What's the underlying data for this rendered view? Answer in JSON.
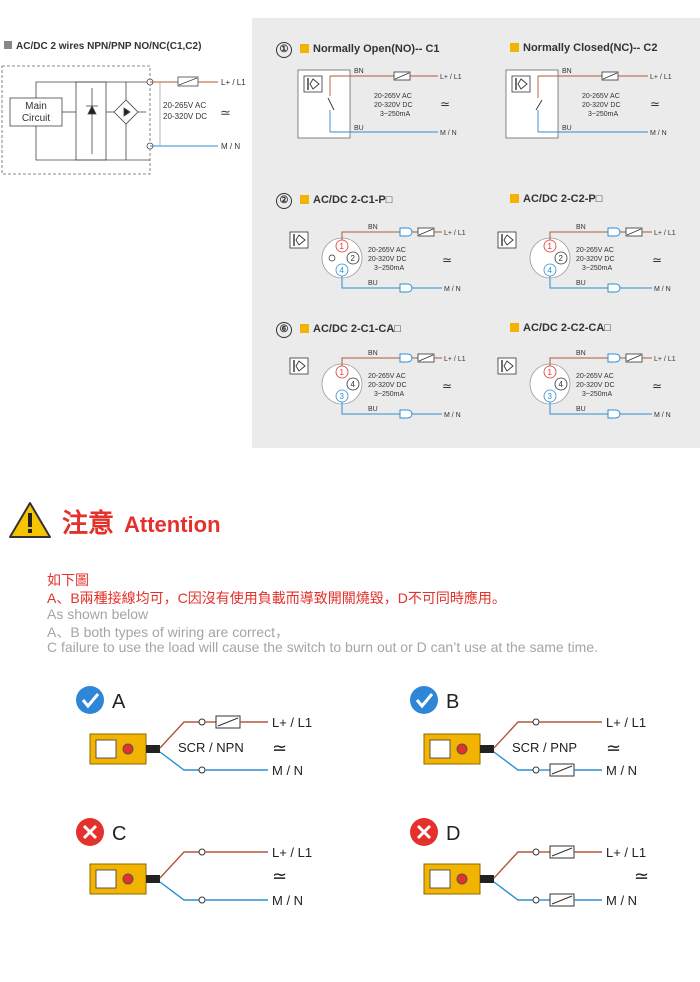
{
  "top_left": {
    "title": "AC/DC 2 wires NPN/PNP NO/NC(C1,C2)",
    "main_circuit": [
      "Main",
      "Circuit"
    ],
    "voltage": [
      "20-265V AC",
      "20-320V DC"
    ],
    "l_label": "L+ / L1",
    "m_label": "M / N",
    "acdc_symbol": "≃"
  },
  "panels": [
    {
      "num": "①",
      "title": "Normally Open(NO)-- C1"
    },
    {
      "num": "",
      "title": "Normally Closed(NC)-- C2"
    },
    {
      "num": "②",
      "title": "AC/DC 2-C1-P□"
    },
    {
      "num": "",
      "title": "AC/DC 2-C2-P□"
    },
    {
      "num": "⑥",
      "title": "AC/DC 2-C1-CA□"
    },
    {
      "num": "",
      "title": "AC/DC 2-C2-CA□"
    }
  ],
  "panel_labels": {
    "bn": "BN",
    "bu": "BU",
    "l": "L+ / L1",
    "m": "M / N",
    "spec": [
      "20-265V AC",
      "20-320V DC",
      "3~250mA"
    ],
    "acdc": "≃"
  },
  "attention": {
    "title_cn": "注意",
    "title_en": "Attention",
    "warning_icon": "warning-triangle-icon",
    "red_lines": [
      "如下圖",
      "A、B兩種接線均可，C因沒有使用負載而導致開關燒毀，D不可同時應用。"
    ],
    "gray_lines": [
      "As shown below",
      "A、B both types of wiring are correct，",
      "C failure to use the load will cause the switch to burn out or D can’t use at the same time."
    ]
  },
  "wirings": [
    {
      "letter": "A",
      "status": "correct",
      "load_label": "SCR / NPN",
      "l": "L+ / L1",
      "m": "M / N",
      "acdc": "≃"
    },
    {
      "letter": "B",
      "status": "correct",
      "load_label": "SCR / PNP",
      "l": "L+ / L1",
      "m": "M / N",
      "acdc": "≃"
    },
    {
      "letter": "C",
      "status": "wrong",
      "load_label": "",
      "l": "L+ / L1",
      "m": "M / N",
      "acdc": "≃"
    },
    {
      "letter": "D",
      "status": "wrong",
      "load_label": "",
      "l": "L+ / L1",
      "m": "M / N",
      "acdc": "≃"
    }
  ],
  "colors": {
    "brown": "#b0583a",
    "blue": "#2b8fd0",
    "red": "#e4312b",
    "yellow": "#f2b400",
    "check": "#2e86d6"
  }
}
